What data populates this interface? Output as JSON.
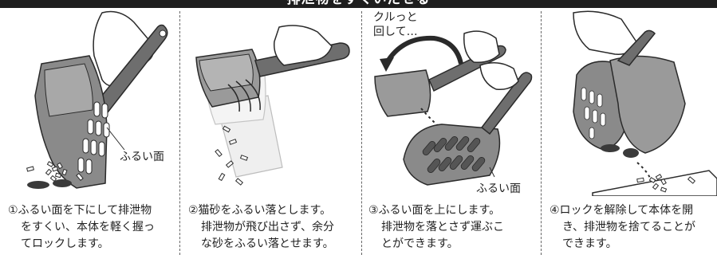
{
  "banner": {
    "title": "排泄物をすくいだせる"
  },
  "panels": [
    {
      "caption": [
        "①ふるい面を下にして排泄物",
        "をすくい、本体を軽く握っ",
        "てロックします。"
      ],
      "labels": {
        "sieve": "ふるい面"
      }
    },
    {
      "caption": [
        "②猫砂をふるい落とします。",
        "排泄物が飛び出さず、余分",
        "な砂をふるい落とせます。"
      ],
      "labels": {}
    },
    {
      "caption": [
        "③ふるい面を上にします。",
        "排泄物を落とさず運ぶこ",
        "とができます。"
      ],
      "labels": {
        "rotate_line1": "クルっと",
        "rotate_line2": "回して…",
        "sieve": "ふるい面"
      }
    },
    {
      "caption": [
        "④ロックを解除して本体を開",
        "き、排泄物を捨てることが",
        "できます。"
      ],
      "labels": {}
    }
  ],
  "colors": {
    "banner": "#1e1e1e",
    "scoop": "#8a8a8a",
    "scoop_dark": "#5e5e5e",
    "outline": "#2a2a2a",
    "waste": "#3a3a3a"
  }
}
